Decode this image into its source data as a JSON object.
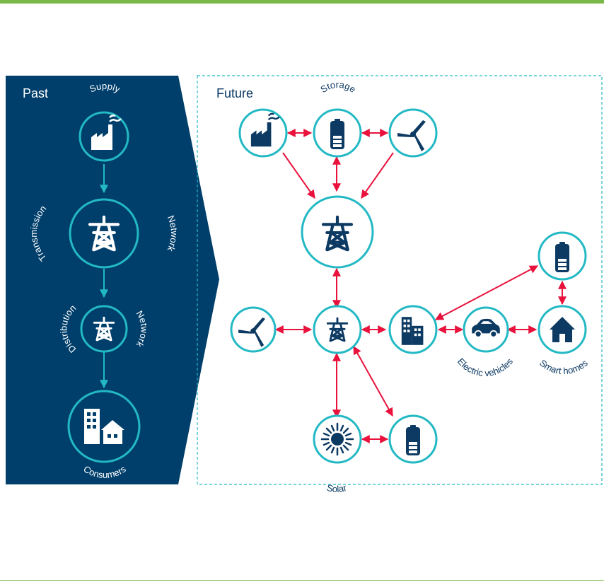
{
  "colors": {
    "accent_bar": "#7ab848",
    "past_panel": "#003f6b",
    "node_ring": "#23b9c4",
    "icon": "#0d3a63",
    "arrow": "#e8123c",
    "future_border": "#23b9c4"
  },
  "past": {
    "title": "Past",
    "supply_label": "Supply",
    "transmission_label": "Transmission",
    "transmission_network_label": "Network",
    "distribution_label": "Distribution",
    "distribution_network_label": "Network",
    "consumers_label": "Consumers"
  },
  "future": {
    "title": "Future",
    "storage_label": "Storage",
    "solar_label": "Solar",
    "ev_label": "Electric vehicles",
    "smart_homes_label": "Smart homes"
  },
  "icons": [
    "factory-icon",
    "battery-icon",
    "wind-turbine-icon",
    "pylon-icon",
    "building-icon",
    "car-icon",
    "house-icon",
    "sun-icon",
    "consumers-icon"
  ]
}
